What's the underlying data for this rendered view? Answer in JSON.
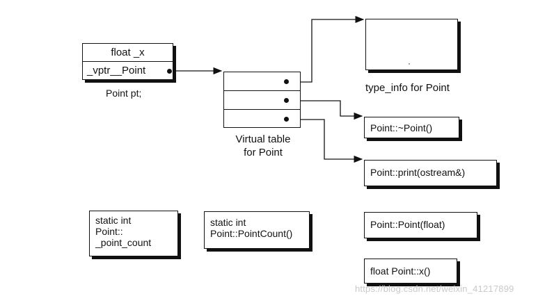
{
  "object": {
    "member_x": "float _x",
    "vptr": "_vptr__Point",
    "caption": "Point pt;"
  },
  "vtable": {
    "caption_line1": "Virtual table",
    "caption_line2": "for Point"
  },
  "typeinfo": {
    "label": "type_info for Point",
    "mark": "·"
  },
  "functions": {
    "destructor": "Point::~Point()",
    "print": "Point::print(ostream&)",
    "constructor": "Point::Point(float)",
    "x_accessor": "float Point::x()"
  },
  "statics": {
    "point_count_line1": "static int",
    "point_count_line2": "Point::",
    "point_count_line3": "_point_count",
    "pointcount_fn_line1": "static int",
    "pointcount_fn_line2": "Point::PointCount()"
  },
  "watermark": "https://blog.csdn.net/weixin_41217899"
}
